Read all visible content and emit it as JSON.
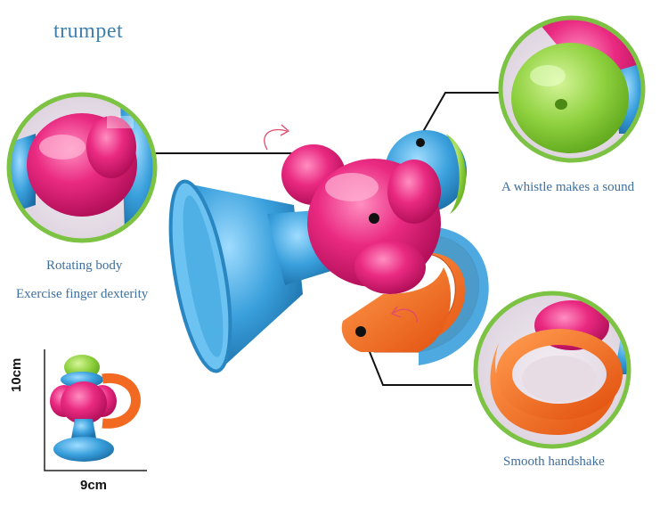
{
  "title": "trumpet",
  "captions": {
    "rotating_body": "Rotating body",
    "finger_dexterity": "Exercise finger dexterity",
    "whistle": "A whistle makes a sound",
    "handshake": "Smooth handshake"
  },
  "dimensions": {
    "width_label": "9cm",
    "height_label": "10cm"
  },
  "colors": {
    "caption": "#3d6fa0",
    "title": "#3f7fae",
    "ring": "#7cc243",
    "pink": "#e8237a",
    "blue": "#3aa0dc",
    "orange": "#f26a21",
    "green": "#8fd13f"
  }
}
